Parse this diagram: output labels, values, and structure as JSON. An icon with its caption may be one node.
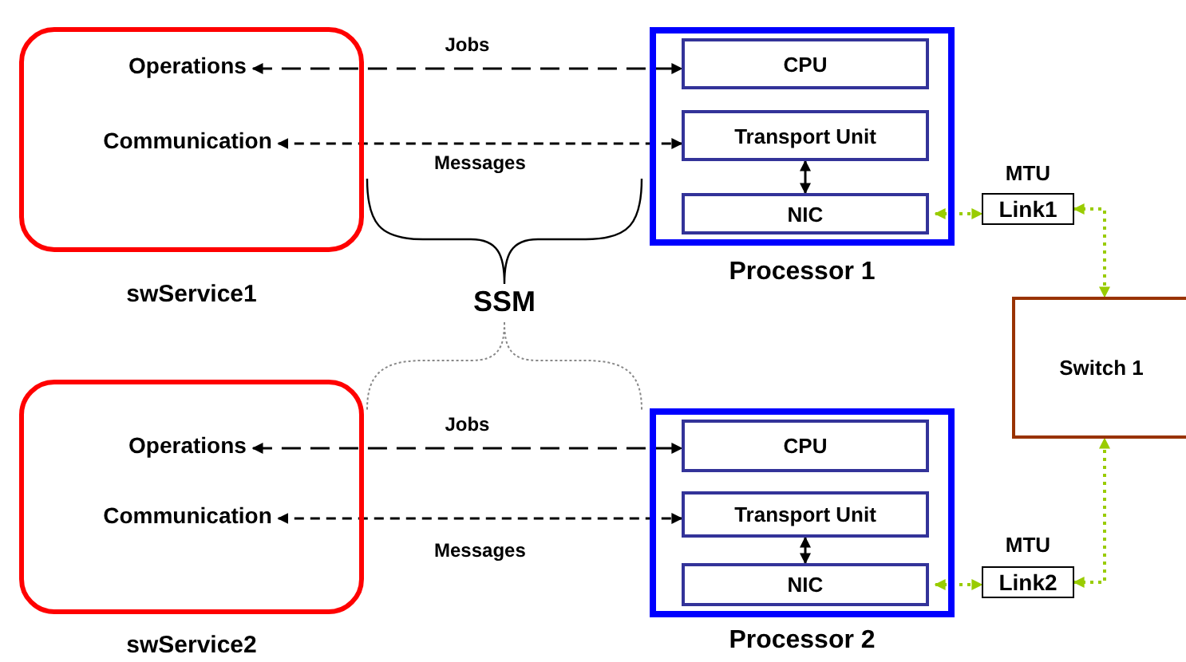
{
  "diagram": {
    "nodes": [
      {
        "text": [],
        "shape": "box",
        "beside": [
          "swService1"
        ]
      },
      {
        "text": [
          "Operations"
        ],
        "in": 0
      },
      {
        "text": [
          "Communication"
        ],
        "in": 0
      },
      {
        "text": [],
        "shape": "box",
        "beside": [
          "Processor 1"
        ]
      },
      {
        "text": [
          "CPU"
        ],
        "in": 3
      },
      {
        "text": [
          "Transport Unit"
        ],
        "in": 3
      },
      {
        "text": [
          "NIC"
        ],
        "in": 3
      },
      {
        "text": [
          "Link1"
        ],
        "beside": [
          "MTU"
        ]
      },
      {
        "text": [
          "Switch 1"
        ]
      },
      {
        "text": [],
        "shape": "box",
        "beside": [
          "swService2"
        ]
      },
      {
        "text": [
          "Operations"
        ],
        "in": 9
      },
      {
        "text": [
          "Communication"
        ],
        "in": 9
      },
      {
        "text": [],
        "shape": "box",
        "beside": [
          "Processor 2"
        ]
      },
      {
        "text": [
          "CPU"
        ],
        "in": 12
      },
      {
        "text": [
          "Transport Unit"
        ],
        "in": 12
      },
      {
        "text": [
          "NIC"
        ],
        "in": 12
      },
      {
        "text": [
          "Link2"
        ],
        "beside": [
          "MTU"
        ]
      }
    ],
    "edges": [
      {
        "from": 1,
        "to": 4,
        "arrow": "both",
        "style": "dashed",
        "label": "Jobs"
      },
      {
        "from": 2,
        "to": 5,
        "arrow": "both",
        "style": "dashed",
        "label": "Messages"
      },
      {
        "from": 5,
        "to": 6,
        "arrow": "both"
      },
      {
        "from": 6,
        "to": 7,
        "arrow": "both",
        "style": "dashed",
        "color": "#99cc00"
      },
      {
        "from": 7,
        "to": 8,
        "arrow": "both",
        "style": "dashed",
        "color": "#99cc00"
      },
      {
        "from": 10,
        "to": 13,
        "arrow": "both",
        "style": "dashed",
        "label": "Jobs"
      },
      {
        "from": 11,
        "to": 14,
        "arrow": "both",
        "style": "dashed",
        "label": "Messages"
      },
      {
        "from": 14,
        "to": 15,
        "arrow": "both"
      },
      {
        "from": 15,
        "to": 16,
        "arrow": "both",
        "style": "dashed",
        "color": "#99cc00"
      },
      {
        "from": 16,
        "to": 8,
        "arrow": "both",
        "style": "dashed",
        "color": "#99cc00"
      }
    ],
    "labels": [
      "SSM"
    ]
  }
}
